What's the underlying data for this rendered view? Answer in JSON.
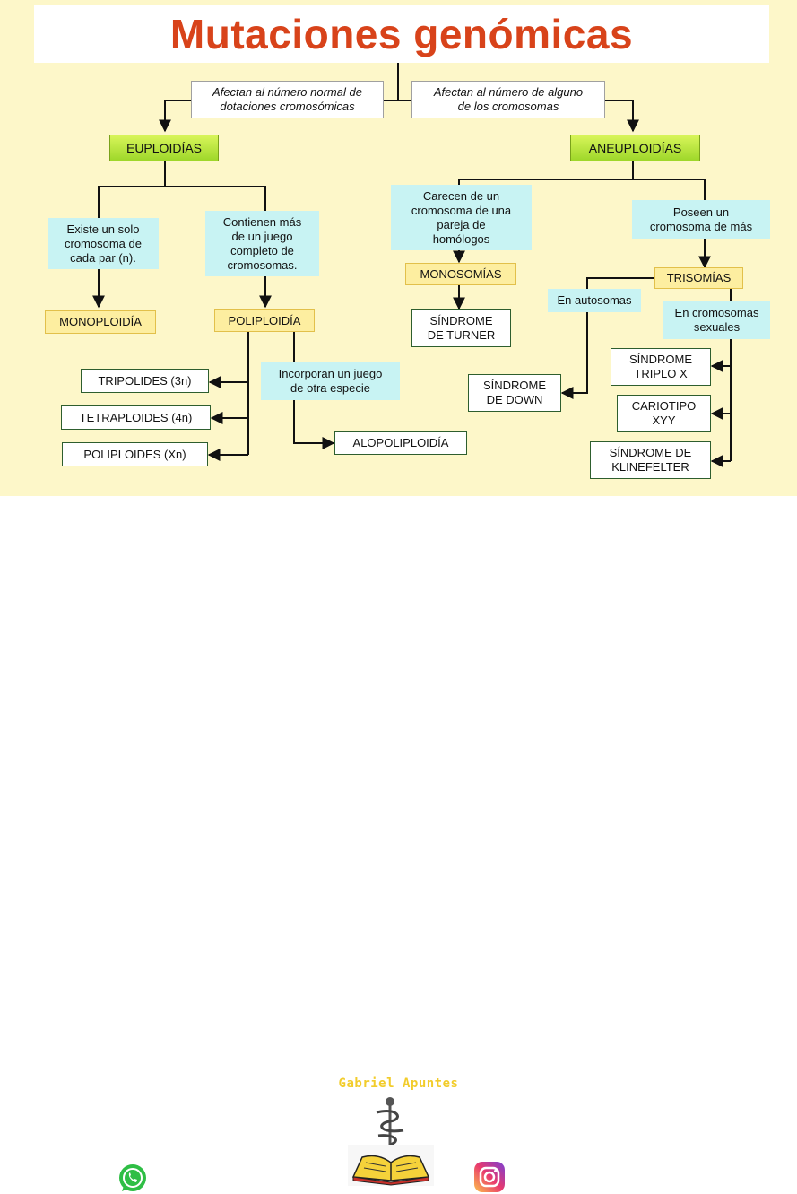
{
  "title": "Mutaciones genómicas",
  "notes": {
    "left_line1": "Afectan al número normal de",
    "left_line2": "dotaciones cromosómicas",
    "right_line1": "Afectan al número de alguno",
    "right_line2": "de los cromosomas"
  },
  "euploidias": {
    "label": "EUPLOIDÍAS",
    "solo_line1": "Existe un solo",
    "solo_line2": "cromosoma de",
    "solo_line3": "cada par (n).",
    "monoploidia": "MONOPLOIDÍA",
    "contienen_line1": "Contienen más",
    "contienen_line2": "de un juego",
    "contienen_line3": "completo de",
    "contienen_line4": "cromosomas.",
    "poliploidia": "POLIPLOIDÍA",
    "tripolides": "TRIPOLIDES (3n)",
    "tetraploides": "TETRAPLOIDES (4n)",
    "poliploides": "POLIPLOIDES (Xn)",
    "incorporan_line1": "Incorporan un juego",
    "incorporan_line2": "de otra especie",
    "alopoliploidia": "ALOPOLIPLOIDÍA"
  },
  "aneuploidias": {
    "label": "ANEUPLOIDÍAS",
    "carecen_line1": "Carecen de un",
    "carecen_line2": "cromosoma de una",
    "carecen_line3": "pareja de",
    "carecen_line4": "homólogos",
    "monosomias": "MONOSOMÍAS",
    "turner_line1": "SÍNDROME",
    "turner_line2": "DE TURNER",
    "poseen_line1": "Poseen un",
    "poseen_line2": "cromosoma de más",
    "trisomias": "TRISOMÍAS",
    "autosomas": "En autosomas",
    "down_line1": "SÍNDROME",
    "down_line2": "DE DOWN",
    "sexuales_line1": "En cromosomas",
    "sexuales_line2": "sexuales",
    "triplo_line1": "SÍNDROME",
    "triplo_line2": "TRIPLO X",
    "xyy_line1": "CARIOTIPO",
    "xyy_line2": "XYY",
    "klinefelter_line1": "SÍNDROME DE",
    "klinefelter_line2": "KLINEFELTER"
  },
  "footer": {
    "brand": "Gabriel Apuntes",
    "whatsapp_icon": "whatsapp-icon",
    "logo_icon": "caduceus-book-icon",
    "instagram_icon": "instagram-icon"
  },
  "colors": {
    "background": "#fdf7c9",
    "title": "#d8431a",
    "green": "#9ed72a",
    "cyan": "#c8f3f3",
    "yellow": "#fdeea0",
    "brand": "#f2cc2b"
  }
}
